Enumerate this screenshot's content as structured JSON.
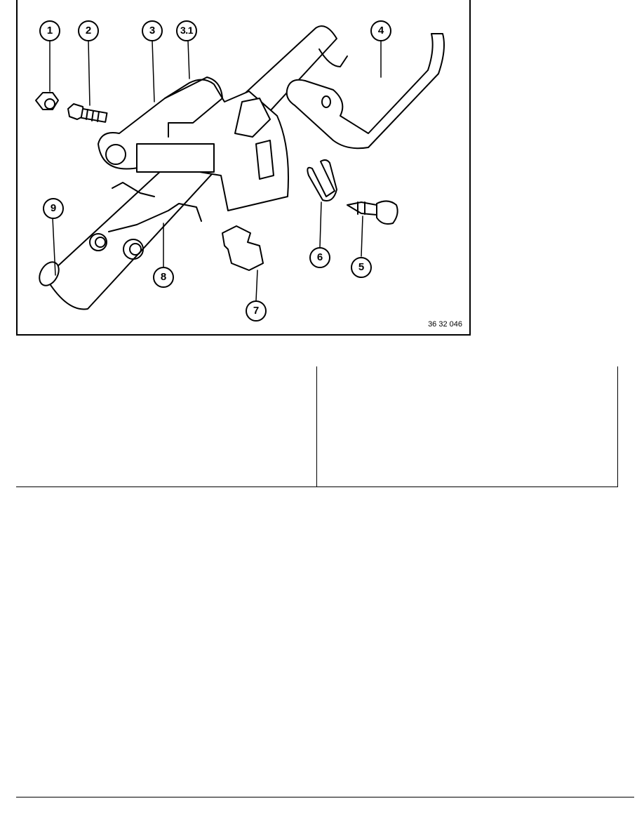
{
  "figure": {
    "code": "36 32 046",
    "callouts": [
      "1",
      "2",
      "3",
      "3.1",
      "4",
      "5",
      "6",
      "7",
      "8",
      "9"
    ]
  },
  "table": {
    "left_cell": "",
    "right_cell": ""
  }
}
